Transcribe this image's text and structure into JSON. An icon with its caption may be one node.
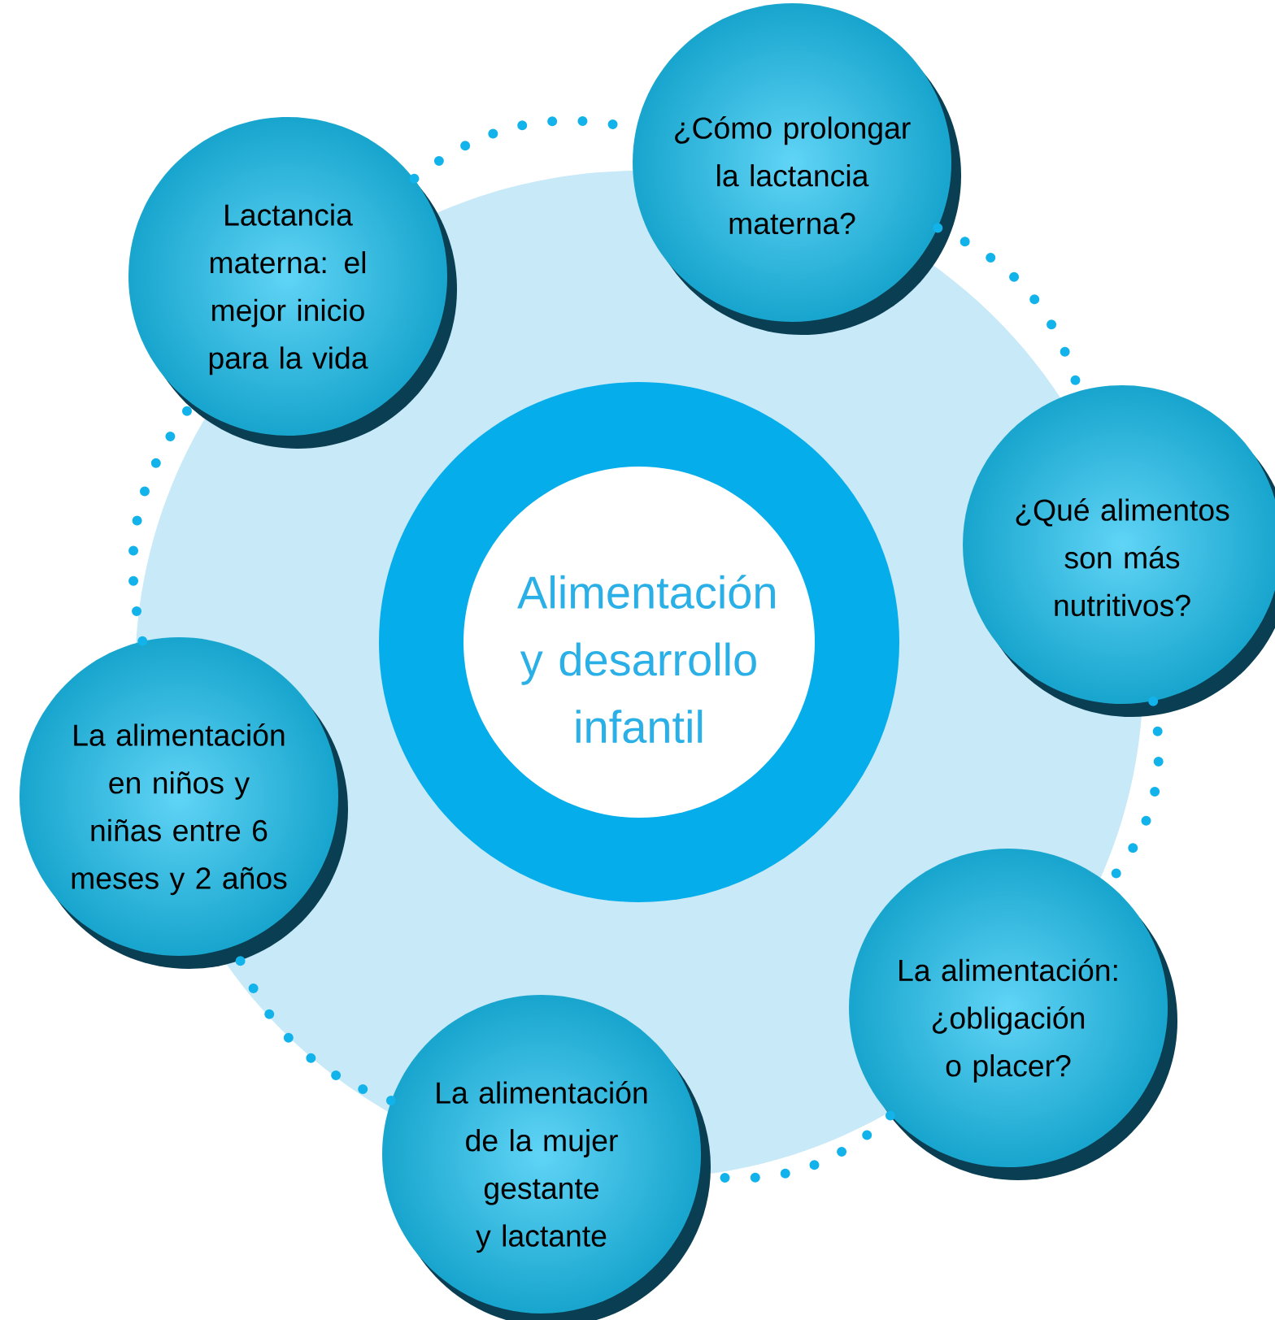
{
  "diagram": {
    "nodes": [
      {
        "text": [
          "Alimentación y desarrollo infantil"
        ]
      },
      {
        "text": [
          "Lactancia materna: el mejor inicio para la vida"
        ]
      },
      {
        "text": [
          "¿Cómo prolongar la lactancia materna?"
        ]
      },
      {
        "text": [
          "¿Qué alimentos son más nutritivos?"
        ]
      },
      {
        "text": [
          "La alimentación: ¿obligación o placer?"
        ]
      },
      {
        "text": [
          "La alimentación de la mujer gestante y lactante"
        ]
      },
      {
        "text": [
          "La alimentación en niños y niñas entre 6 meses y 2 años"
        ]
      }
    ],
    "edges": [
      {
        "from": 1,
        "to": 2,
        "arrow": "none"
      },
      {
        "from": 2,
        "to": 3,
        "arrow": "none"
      },
      {
        "from": 3,
        "to": 4,
        "arrow": "none"
      },
      {
        "from": 4,
        "to": 5,
        "arrow": "none"
      },
      {
        "from": 5,
        "to": 6,
        "arrow": "none"
      },
      {
        "from": 6,
        "to": 1,
        "arrow": "none"
      }
    ]
  }
}
